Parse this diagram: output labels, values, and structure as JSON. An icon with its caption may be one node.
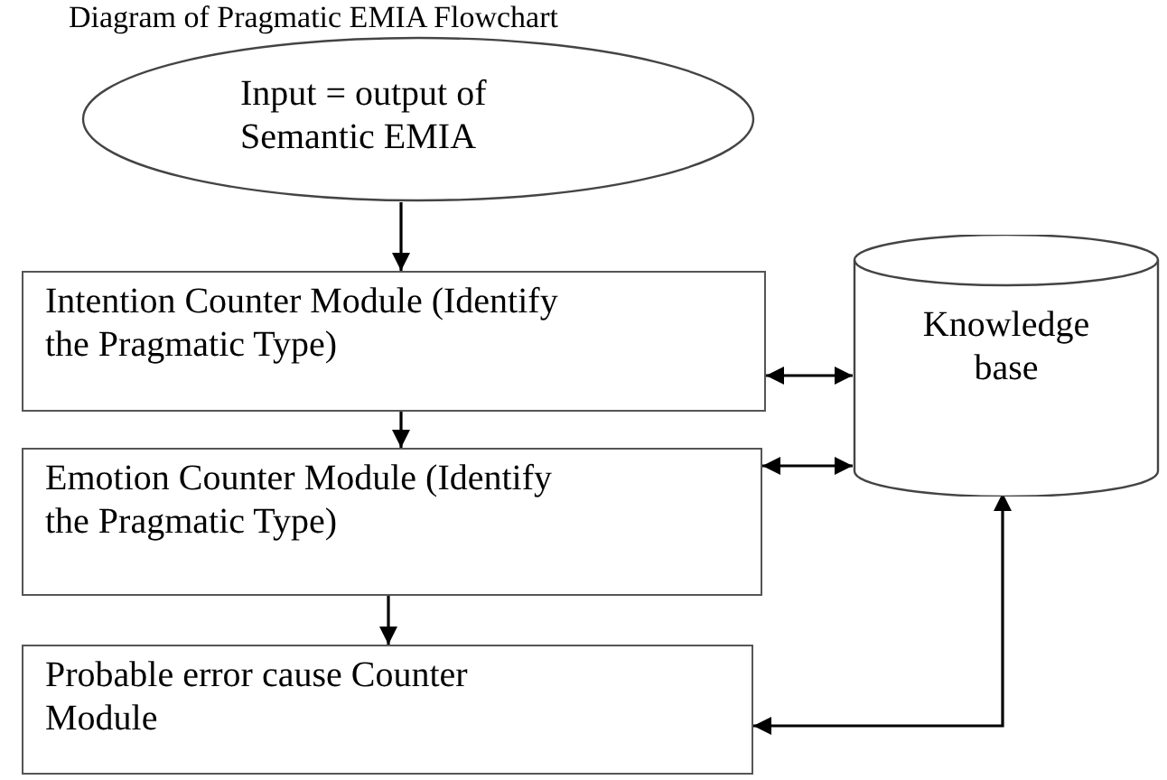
{
  "diagram": {
    "title": "Diagram of Pragmatic EMIA Flowchart",
    "nodes": [
      {
        "text": [
          "Input = output of Semantic EMIA"
        ]
      },
      {
        "text": [
          "Intention Counter Module (Identify the Pragmatic Type)"
        ]
      },
      {
        "text": [
          "Emotion Counter Module (Identify the Pragmatic Type)"
        ]
      },
      {
        "text": [
          "Probable error cause Counter Module"
        ]
      },
      {
        "text": [
          "Knowledge base"
        ]
      }
    ],
    "edges": [
      {
        "from": 0,
        "to": 1,
        "arrow": "to"
      },
      {
        "from": 1,
        "to": 2,
        "arrow": "to"
      },
      {
        "from": 2,
        "to": 3,
        "arrow": "to"
      },
      {
        "from": 1,
        "to": 4,
        "arrow": "both"
      },
      {
        "from": 2,
        "to": 4,
        "arrow": "both"
      },
      {
        "from": 3,
        "to": 4,
        "arrow": "both"
      }
    ]
  }
}
